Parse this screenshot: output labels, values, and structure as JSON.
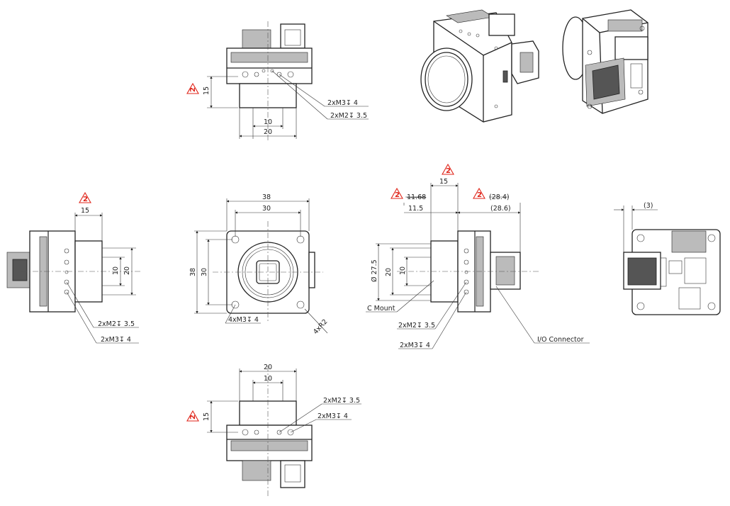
{
  "revision_marker": "2",
  "colors": {
    "revision": "#e0261b",
    "line": "#222222"
  },
  "top_view": {
    "dim_height": "15",
    "dim_inner": "10",
    "dim_outer": "20",
    "callout_m3": "2xM3↧ 4",
    "callout_m2": "2xM2↧ 3.5"
  },
  "side_left_view": {
    "dim_top": "15",
    "dim_inner": "10",
    "dim_outer": "20",
    "callout_m2": "2xM2↧ 3.5",
    "callout_m3": "2xM3↧ 4"
  },
  "front_view": {
    "dim_outer_w": "38",
    "dim_inner_w": "30",
    "dim_outer_h": "38",
    "dim_inner_h": "30",
    "callout_holes": "4xM3↧ 4",
    "callout_radius": "4xR2"
  },
  "side_right_view": {
    "dim_15": "15",
    "dim_11_68_old": "11.68",
    "dim_28_4_old": "(28.4)",
    "dim_11_5": "11.5",
    "dim_28_6": "(28.6)",
    "dim_diameter": "Ø 27.5",
    "dim_20": "20",
    "dim_10": "10",
    "label_c_mount": "C Mount",
    "callout_m2": "2xM2↧ 3.5",
    "callout_m3": "2xM3↧ 4",
    "label_io": "I/O Connector"
  },
  "back_view": {
    "dim_3": "(3)"
  },
  "bottom_view": {
    "dim_outer": "20",
    "dim_inner": "10",
    "dim_height": "15",
    "callout_m2": "2xM2↧ 3.5",
    "callout_m3": "2xM3↧ 4"
  }
}
